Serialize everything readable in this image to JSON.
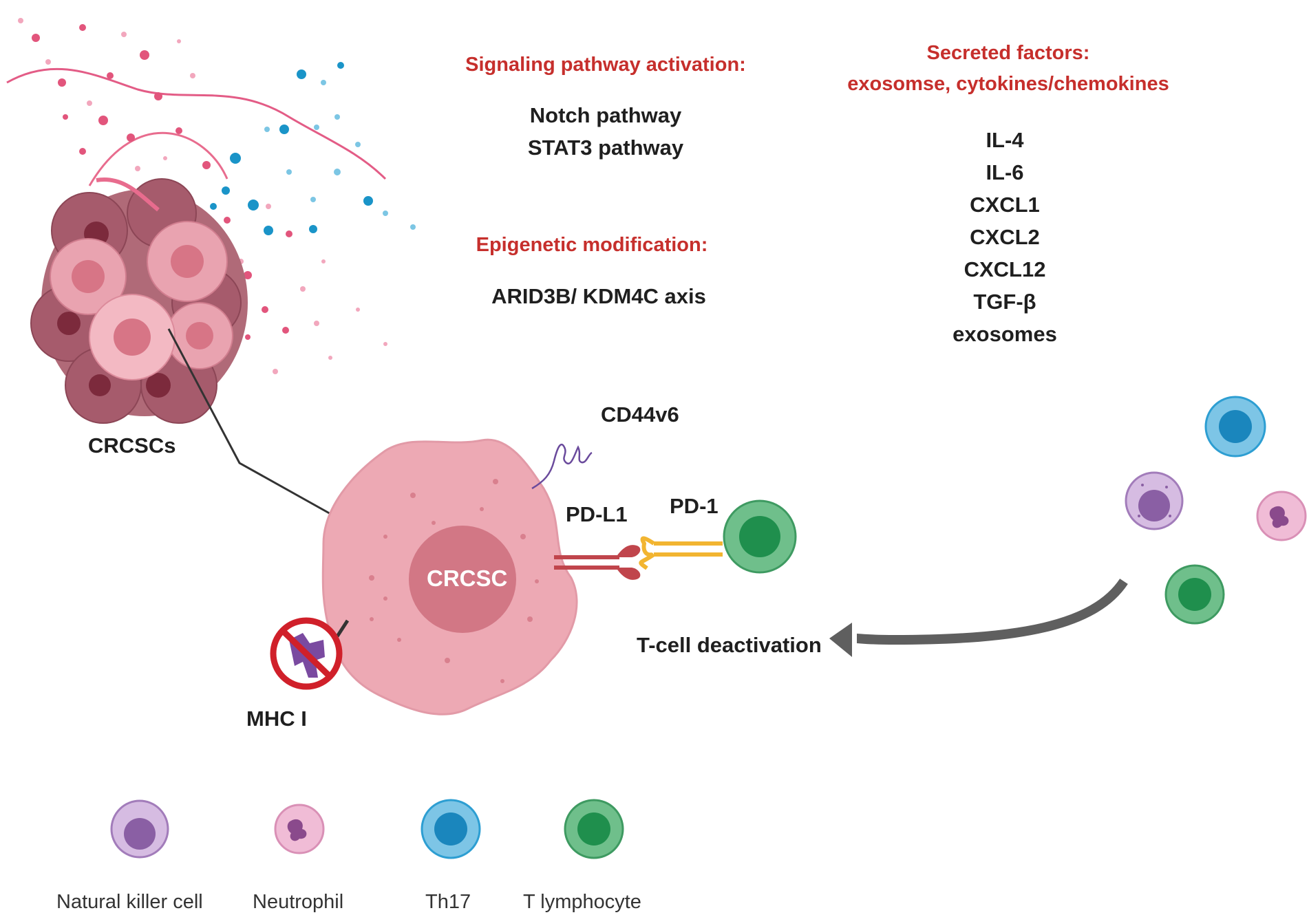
{
  "colors": {
    "accent_red": "#c62f2c",
    "tumor_pink": "#e9a5b0",
    "nucleus": "#d07585",
    "tcell_green": "#6fbf8b",
    "th17_blue": "#5bb4dc",
    "nk_purple": "#b996c9",
    "neutrophil_pink": "#e9a5c9",
    "pd1_yellow": "#f2b531",
    "pdl1_red": "#c0454c",
    "arrow_gray": "#5f5f5f"
  },
  "signaling": {
    "title": "Signaling pathway activation:",
    "items": [
      "Notch pathway",
      "STAT3 pathway"
    ]
  },
  "epigenetic": {
    "title": "Epigenetic modification:",
    "items": [
      "ARID3B/ KDM4C axis"
    ]
  },
  "secreted": {
    "title_line1": "Secreted factors:",
    "title_line2": "exosomse, cytokines/chemokines",
    "items": [
      "IL-4",
      "IL-6",
      "CXCL1",
      "CXCL2",
      "CXCL12",
      "TGF-β",
      "exosomes"
    ]
  },
  "labels": {
    "crcscs": "CRCSCs",
    "crcsc": "CRCSC",
    "cd44v6": "CD44v6",
    "pdl1": "PD-L1",
    "pd1": "PD-1",
    "mhc": "MHC I",
    "tcell_deactivation": "T-cell deactivation"
  },
  "legend": [
    {
      "label": "Natural killer cell",
      "icon": "nk-cell-icon"
    },
    {
      "label": "Neutrophil",
      "icon": "neutrophil-icon"
    },
    {
      "label": "Th17",
      "icon": "th17-icon"
    },
    {
      "label": "T lymphocyte",
      "icon": "t-lymphocyte-icon"
    }
  ]
}
